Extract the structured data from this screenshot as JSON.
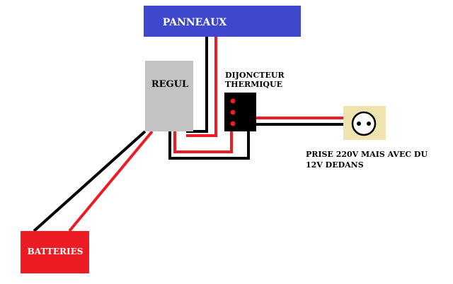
{
  "labels": {
    "panneaux": "PANNEAUX",
    "regul": "REGUL",
    "disjoncteur_line1": "DIJONCTEUR",
    "disjoncteur_line2": "THERMIQUE",
    "prise_line1": "PRISE 220V MAIS AVEC DU",
    "prise_line2": "12V DEDANS",
    "batteries": "BATTERIES"
  },
  "colors": {
    "panneaux_fill": "#3f48cc",
    "panneaux_text": "#ffffff",
    "regul_fill": "#c3c3c3",
    "regul_text": "#000000",
    "batteries_fill": "#ed1c24",
    "batteries_text": "#ffffff",
    "breaker_fill": "#000000",
    "breaker_dots": "#ed1c24",
    "socket_fill": "#efe4b0",
    "socket_face": "#ffffff",
    "wire_red": "#ed1c24",
    "wire_black": "#000000",
    "label_text": "#000000"
  }
}
